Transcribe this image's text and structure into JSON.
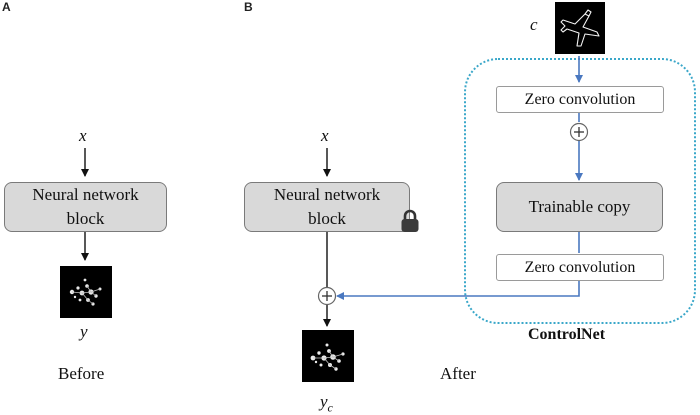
{
  "panels": {
    "a": {
      "letter": "A",
      "input_label": "x",
      "block_label_line1": "Neural network",
      "block_label_line2": "block",
      "output_label": "y",
      "caption": "Before"
    },
    "b": {
      "letter": "B",
      "input_label": "x",
      "condition_label": "c",
      "block_label_line1": "Neural network",
      "block_label_line2": "block",
      "zero_conv_top": "Zero convolution",
      "trainable_copy": "Trainable copy",
      "zero_conv_bottom": "Zero convolution",
      "controlnet_label": "ControlNet",
      "output_label": "y",
      "output_subscript": "c",
      "caption": "After"
    }
  },
  "icons": {
    "lock": "lock-icon",
    "plus": "plus-circle-icon",
    "condition_image": "airplane-outline-image",
    "output_image": "airplane-blobs-image"
  },
  "colors": {
    "block_fill": "#d9d9d9",
    "control_frame": "#3aa7c9",
    "control_arrow": "#4a78c0"
  }
}
